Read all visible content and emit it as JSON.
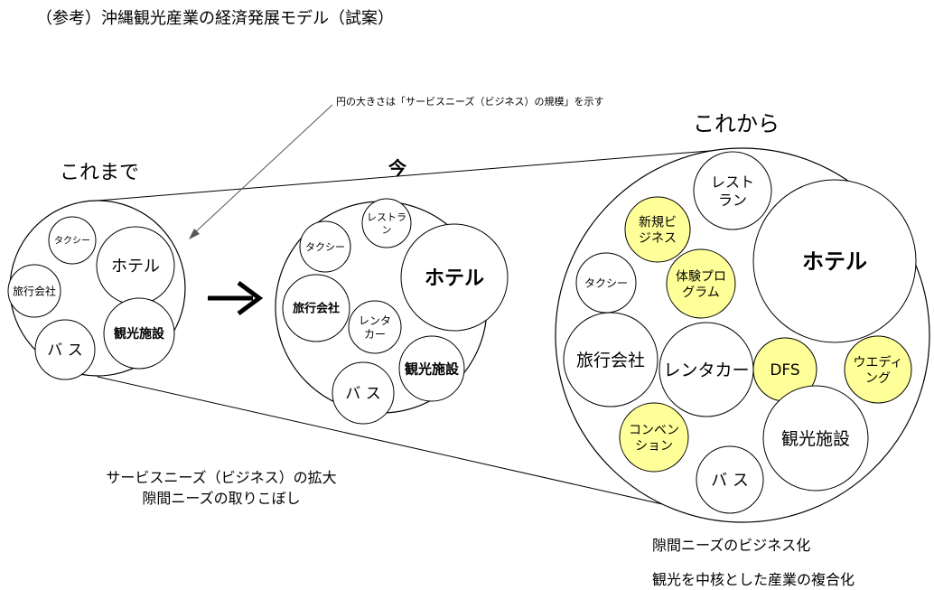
{
  "title": "（参考）沖縄観光産業の経済発展モデル（試案）",
  "annotation": "円の大きさは「サービスニーズ（ビジネス）の規模」を示す",
  "colors": {
    "stroke": "#000000",
    "new_business_fill": "#ffff99",
    "background": "#ffffff"
  },
  "stages": {
    "past": {
      "label": "これまで",
      "circles": [
        {
          "id": "taxi",
          "lines": [
            "タクシー"
          ]
        },
        {
          "id": "hotel",
          "lines": [
            "ホテル"
          ]
        },
        {
          "id": "travel-agency",
          "lines": [
            "旅行会社"
          ]
        },
        {
          "id": "bus",
          "lines": [
            "バ ス"
          ]
        },
        {
          "id": "tourist-facility",
          "lines": [
            "観光施設"
          ]
        }
      ]
    },
    "present": {
      "label": "今",
      "circles": [
        {
          "id": "taxi",
          "lines": [
            "タクシー"
          ]
        },
        {
          "id": "restaurant",
          "lines": [
            "レストラ",
            "ン"
          ]
        },
        {
          "id": "hotel",
          "lines": [
            "ホテル"
          ]
        },
        {
          "id": "travel-agency",
          "lines": [
            "旅行会社"
          ]
        },
        {
          "id": "rental-car",
          "lines": [
            "レンタ",
            "カー"
          ]
        },
        {
          "id": "bus",
          "lines": [
            "バ ス"
          ]
        },
        {
          "id": "tourist-facility",
          "lines": [
            "観光施設"
          ]
        }
      ]
    },
    "future": {
      "label": "これから",
      "circles": [
        {
          "id": "restaurant",
          "lines": [
            "レスト",
            "ラン"
          ]
        },
        {
          "id": "new-business",
          "lines": [
            "新規ビ",
            "ジネス"
          ]
        },
        {
          "id": "experience-program",
          "lines": [
            "体験プロ",
            "グラム"
          ]
        },
        {
          "id": "hotel",
          "lines": [
            "ホテル"
          ]
        },
        {
          "id": "taxi",
          "lines": [
            "タクシー"
          ]
        },
        {
          "id": "travel-agency",
          "lines": [
            "旅行会社"
          ]
        },
        {
          "id": "rental-car",
          "lines": [
            "レンタカー"
          ]
        },
        {
          "id": "dfs",
          "lines": [
            "DFS"
          ]
        },
        {
          "id": "wedding",
          "lines": [
            "ウエディ",
            "ング"
          ]
        },
        {
          "id": "convention",
          "lines": [
            "コンベン",
            "ション"
          ]
        },
        {
          "id": "tourist-facility",
          "lines": [
            "観光施設"
          ]
        },
        {
          "id": "bus",
          "lines": [
            "バ ス"
          ]
        }
      ]
    }
  },
  "notes_left": [
    "サービスニーズ（ビジネス）の拡大",
    "隙間ニーズの取りこぼし"
  ],
  "notes_right": [
    "隙間ニーズのビジネス化",
    "観光を中核とした産業の複合化"
  ]
}
